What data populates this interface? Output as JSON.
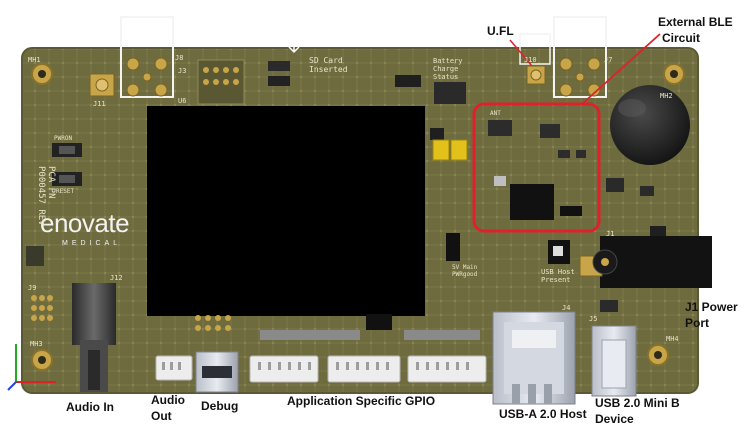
{
  "annotations": {
    "ufl": "U.FL",
    "external_ble_line1": "External BLE",
    "external_ble_line2": "Circuit",
    "j1_power_line1": "J1 Power",
    "j1_power_line2": "Port",
    "audio_in": "Audio In",
    "audio_out_line1": "Audio",
    "audio_out_line2": "Out",
    "debug": "Debug",
    "gpio": "Application Specific GPIO",
    "usb_a": "USB-A 2.0 Host",
    "usb_mini_line1": "USB 2.0 Mini B",
    "usb_mini_line2": "Device"
  },
  "board_text": {
    "brand": "enovate",
    "brand_sub": "MEDICAL",
    "pca_line1": "PCA PN",
    "pca_line2": "P000457 REV",
    "sd_line1": "SD Card",
    "sd_line2": "Inserted",
    "battery_line1": "Battery",
    "battery_line2": "Charge",
    "battery_line3": "Status",
    "usb_host_line1": "USB Host",
    "usb_host_line2": "Present",
    "main_pwr_line1": "5V Main",
    "main_pwr_line2": "PWRgood",
    "ble_label": "ANT",
    "refdes": {
      "mh1": "MH1",
      "mh2": "MH2",
      "mh3": "MH3",
      "mh4": "MH4",
      "j8": "J8",
      "j3": "J3",
      "u6": "U6",
      "j11": "J11",
      "j10": "J10",
      "j7": "J7",
      "j12": "J12",
      "j9": "J9",
      "j4": "J4",
      "j5": "J5",
      "j1": "J1",
      "pwron": "PWRON",
      "reset": "RESET"
    }
  },
  "colors": {
    "background": "#ffffff",
    "pcb": "#6e6b3f",
    "pcb_edge": "#5b5935",
    "silkscreen": "#e8e4c8",
    "copper": "#c9a54a",
    "highlight": "#e0202a",
    "display": "#000000"
  }
}
